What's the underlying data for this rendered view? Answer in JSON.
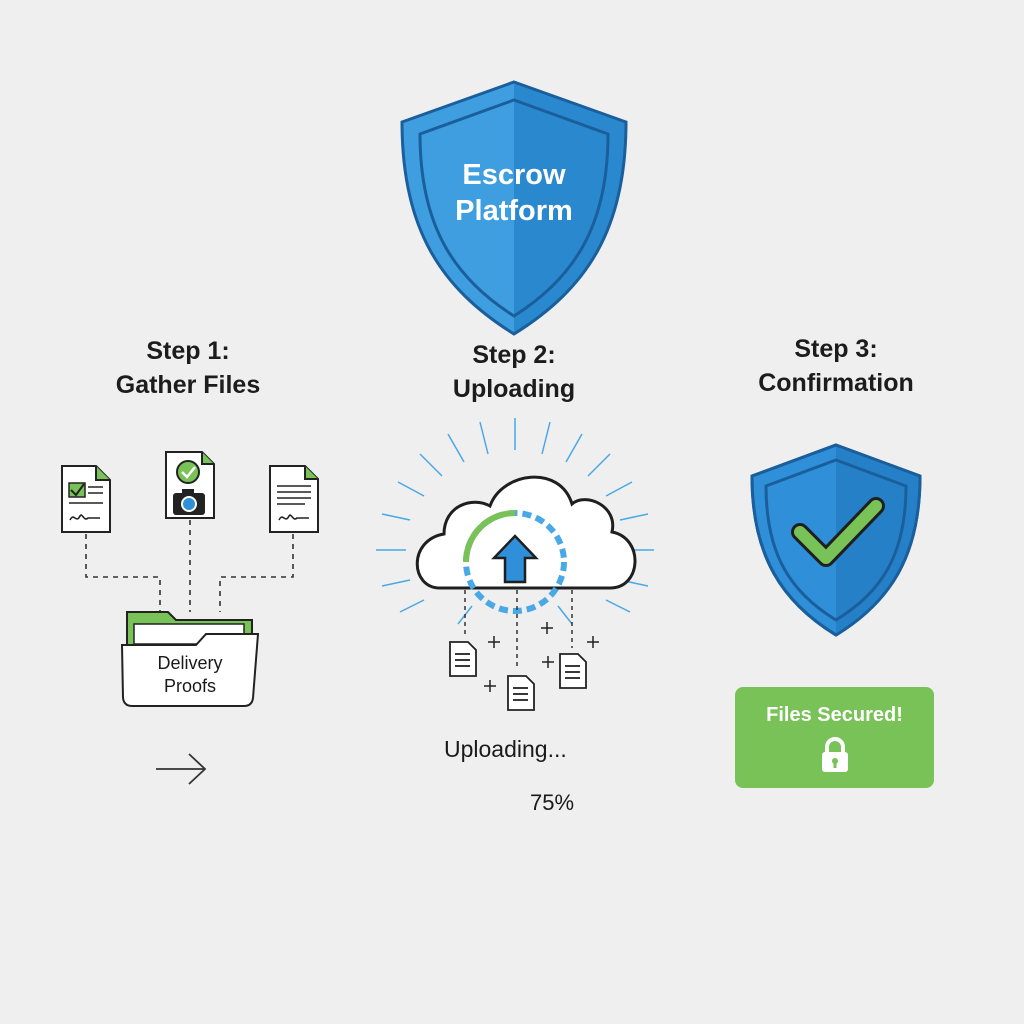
{
  "brand": {
    "line1": "Escrow",
    "line2": "Platform",
    "icon": "shield-icon"
  },
  "steps": [
    {
      "number_label": "Step 1:",
      "title": "Gather Files",
      "folder_label_line1": "Delivery",
      "folder_label_line2": "Proofs"
    },
    {
      "number_label": "Step 2:",
      "title": "Uploading",
      "status_text": "Uploading...",
      "progress_text": "75%",
      "progress": 0.75
    },
    {
      "number_label": "Step 3:",
      "title": "Confirmation",
      "badge_text": "Files Secured!"
    }
  ],
  "colors": {
    "background": "#efefef",
    "shield_blue": "#2f8fd8",
    "shield_blue_dark": "#1f74bd",
    "accent_green": "#78c257",
    "text_dark": "#1a1a1a"
  }
}
